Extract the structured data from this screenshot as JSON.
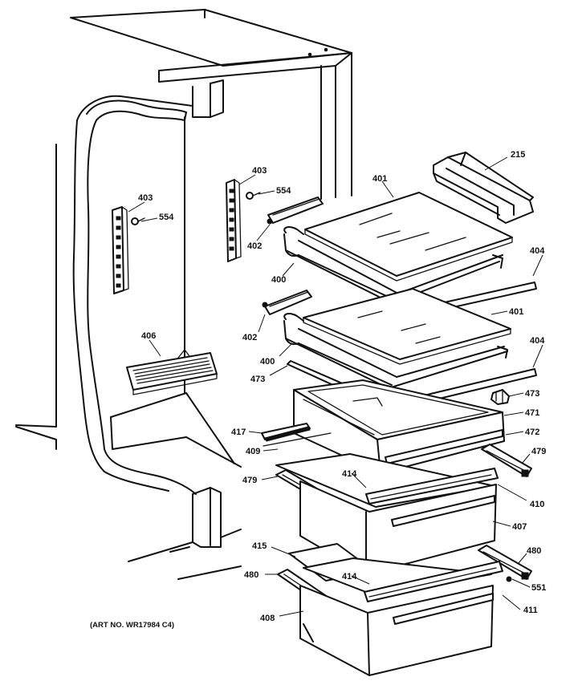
{
  "caption": "(ART NO. WR17984 C4)",
  "part_labels": {
    "p215": "215",
    "p401a": "401",
    "p401b": "401",
    "p403a": "403",
    "p403b": "403",
    "p554a": "554",
    "p554b": "554",
    "p402a": "402",
    "p402b": "402",
    "p400a": "400",
    "p400b": "400",
    "p404a": "404",
    "p404b": "404",
    "p406": "406",
    "p473a": "473",
    "p473b": "473",
    "p471": "471",
    "p472": "472",
    "p417": "417",
    "p409": "409",
    "p479a": "479",
    "p479b": "479",
    "p414a": "414",
    "p414b": "414",
    "p410": "410",
    "p407": "407",
    "p415": "415",
    "p480a": "480",
    "p480b": "480",
    "p551": "551",
    "p408": "408",
    "p411": "411"
  }
}
